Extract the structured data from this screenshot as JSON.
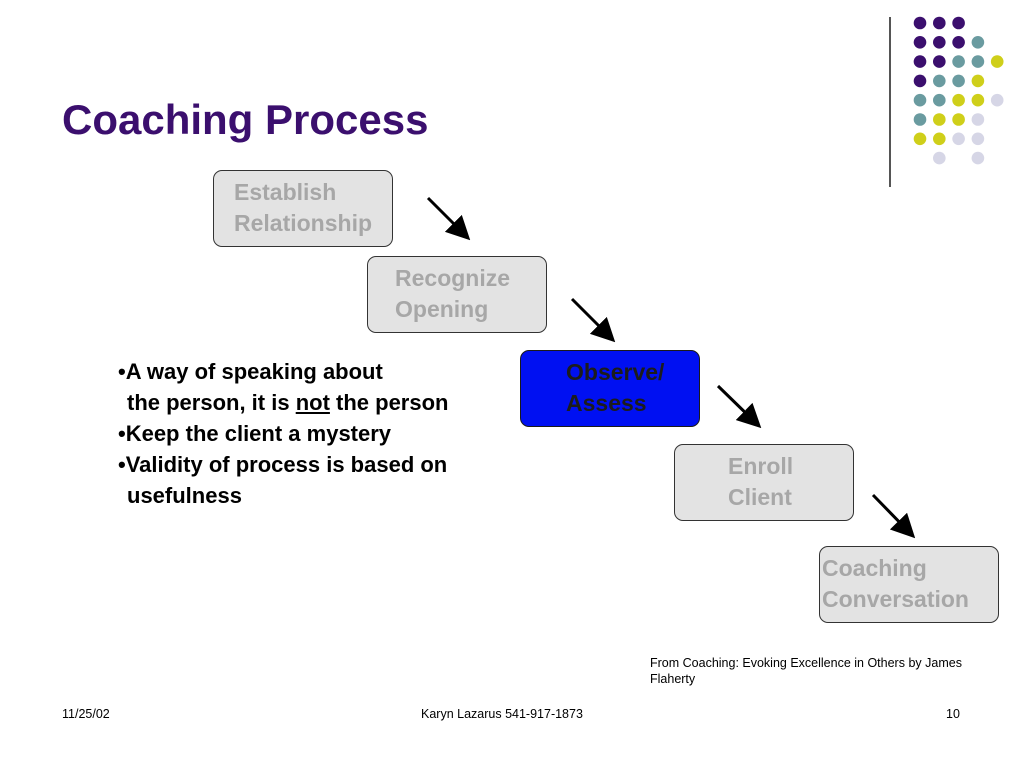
{
  "slide": {
    "title": "Coaching Process",
    "steps": [
      {
        "line1": "Establish",
        "line2": "Relationship",
        "active": false
      },
      {
        "line1": "Recognize",
        "line2": "Opening",
        "active": false
      },
      {
        "line1": "Observe/",
        "line2": "Assess",
        "active": true
      },
      {
        "line1": "Enroll",
        "line2": "Client",
        "active": false
      },
      {
        "line1": "Coaching",
        "line2": "Conversation",
        "active": false
      }
    ],
    "bullets": {
      "b1_line1": "•A way of speaking about",
      "b1_line2_pre": "the person, it is ",
      "b1_line2_emph": "not",
      "b1_line2_post": " the person",
      "b2": "•Keep the client a mystery",
      "b3_line1": "•Validity of process is based on",
      "b3_line2": "usefulness"
    },
    "source": "From Coaching:  Evoking Excellence in Others by James Flaherty"
  },
  "footer": {
    "date": "11/25/02",
    "author": "Karyn Lazarus 541-917-1873",
    "page": "10"
  },
  "colors": {
    "title": "#3b0f6e",
    "active_box": "#0010f2",
    "inactive_box": "#e3e3e3",
    "inactive_text": "#a7a7a7",
    "dot_purple": "#3b0f6e",
    "dot_teal": "#6a9ba0",
    "dot_yellow": "#cfcf1a",
    "dot_lavender": "#d6d6e6"
  }
}
